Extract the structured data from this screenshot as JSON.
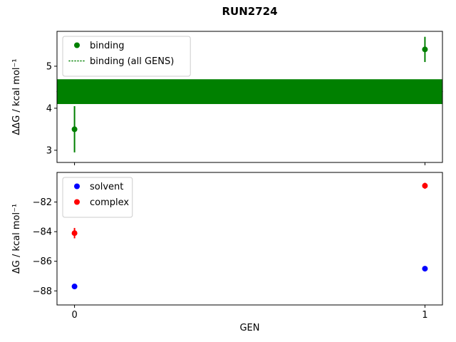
{
  "figure": {
    "title": "RUN2724"
  },
  "chart_data": [
    {
      "type": "scatter",
      "title": "RUN2724",
      "ylabel": "ΔΔG / kcal mol⁻¹",
      "xlabel": "",
      "x": [
        0,
        1
      ],
      "xlim": [
        -0.05,
        1.05
      ],
      "ylim": [
        2.71,
        5.83
      ],
      "yticks": [
        3,
        4,
        5
      ],
      "xticks": [
        0,
        1
      ],
      "xticklabels": false,
      "grid": false,
      "series": [
        {
          "name": "binding",
          "color": "#008000",
          "marker": "circle",
          "values": [
            3.5,
            5.4
          ],
          "yerr": [
            0.55,
            0.3
          ]
        }
      ],
      "band": {
        "name": "binding (all GENS)",
        "color": "#008000",
        "low": 4.1,
        "high": 4.69,
        "linestyle": "dotted"
      },
      "legend": {
        "position": "upper left",
        "entries": [
          "binding",
          "binding (all GENS)"
        ]
      }
    },
    {
      "type": "scatter",
      "title": "",
      "ylabel": "ΔG / kcal mol⁻¹",
      "xlabel": "GEN",
      "x": [
        0,
        1
      ],
      "xlim": [
        -0.05,
        1.05
      ],
      "ylim": [
        -88.95,
        -80.0
      ],
      "yticks": [
        -82,
        -84,
        -86,
        -88
      ],
      "xticks": [
        0,
        1
      ],
      "xticklabels": true,
      "grid": false,
      "series": [
        {
          "name": "solvent",
          "color": "#0000ff",
          "marker": "circle",
          "values": [
            -87.7,
            -86.5
          ],
          "yerr": [
            0.08,
            0.08
          ]
        },
        {
          "name": "complex",
          "color": "#ff0000",
          "marker": "circle",
          "values": [
            -84.1,
            -80.9
          ],
          "yerr": [
            0.35,
            0.2
          ]
        }
      ],
      "legend": {
        "position": "upper left",
        "entries": [
          "solvent",
          "complex"
        ]
      }
    }
  ]
}
